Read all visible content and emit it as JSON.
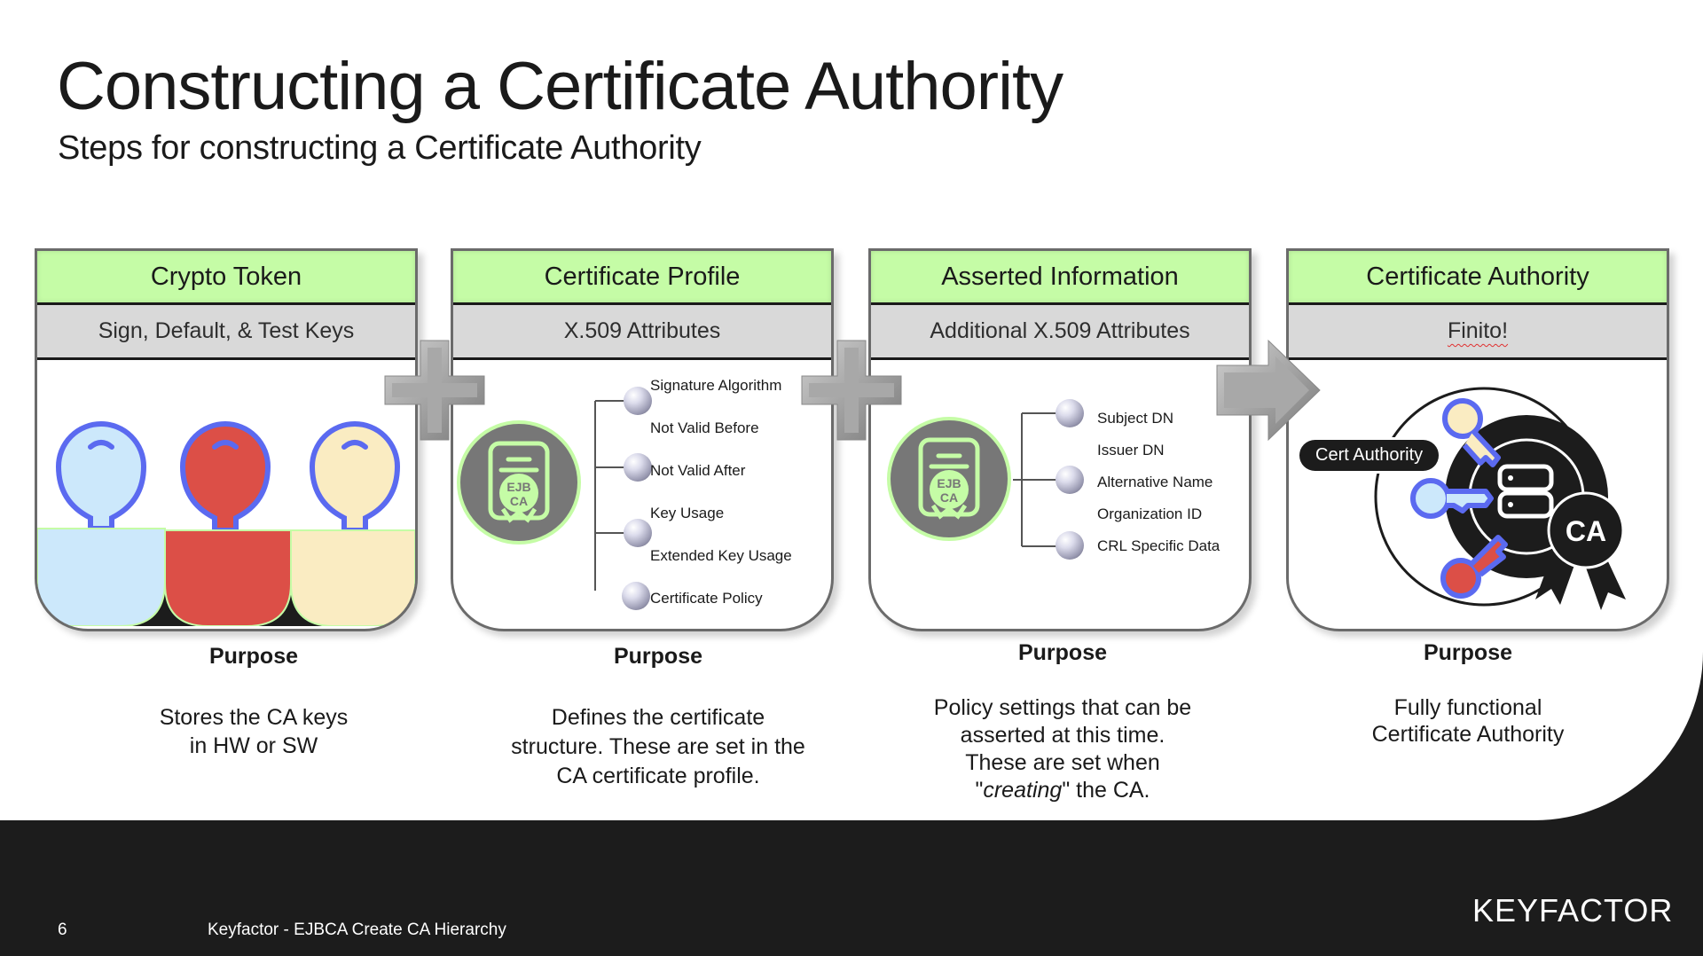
{
  "slide": {
    "title": "Constructing a Certificate Authority",
    "subtitle": "Steps for constructing a Certificate Authority"
  },
  "colors": {
    "header_green": "#c5fca6",
    "subheader_gray": "#d9d9d9",
    "key_blue": "#cce8fb",
    "key_red": "#dc4f47",
    "key_cream": "#faecc2",
    "key_outline": "#5b6af0",
    "dark": "#1c1c1c"
  },
  "panels": [
    {
      "title": "Crypto Token",
      "subtitle": "Sign, Default, & Test Keys",
      "icon": "key-tokens-icon",
      "purpose_label": "Purpose",
      "purpose_lines": [
        "Stores the CA keys",
        "in HW or SW"
      ]
    },
    {
      "title": "Certificate Profile",
      "subtitle": "X.509 Attributes",
      "icon": "ejbca-certificate-icon",
      "badge_line1": "EJB",
      "badge_line2": "CA",
      "attributes": [
        "Signature Algorithm",
        "Not Valid Before",
        "Not Valid After",
        "Key Usage",
        "Extended Key Usage",
        "Certificate Policy"
      ],
      "purpose_label": "Purpose",
      "purpose_lines": [
        "Defines the certificate",
        "structure. These are set in the",
        "CA certificate profile."
      ]
    },
    {
      "title": "Asserted Information",
      "subtitle": "Additional X.509 Attributes",
      "icon": "ejbca-certificate-icon",
      "badge_line1": "EJB",
      "badge_line2": "CA",
      "attributes": [
        "Subject DN",
        "Issuer DN",
        "Alternative Name",
        "Organization ID",
        "CRL Specific Data"
      ],
      "purpose_label": "Purpose",
      "purpose_lines": [
        "Policy settings that can be",
        "asserted at this time.",
        "These are set when"
      ],
      "purpose_last_quote_open": "\"",
      "purpose_last_em": "creating",
      "purpose_last_rest": "\" the CA."
    },
    {
      "title": "Certificate Authority",
      "subtitle": "Finito!",
      "icon": "certificate-authority-icon",
      "pill_label": "Cert Authority",
      "badge_label": "CA",
      "purpose_label": "Purpose",
      "purpose_lines": [
        "Fully functional",
        "Certificate Authority"
      ]
    }
  ],
  "connectors": [
    "plus-icon",
    "plus-icon",
    "arrow-right-icon"
  ],
  "footer": {
    "page_number": "6",
    "text": "Keyfactor - EJBCA Create CA Hierarchy",
    "logo": "KEYFACTOR"
  }
}
